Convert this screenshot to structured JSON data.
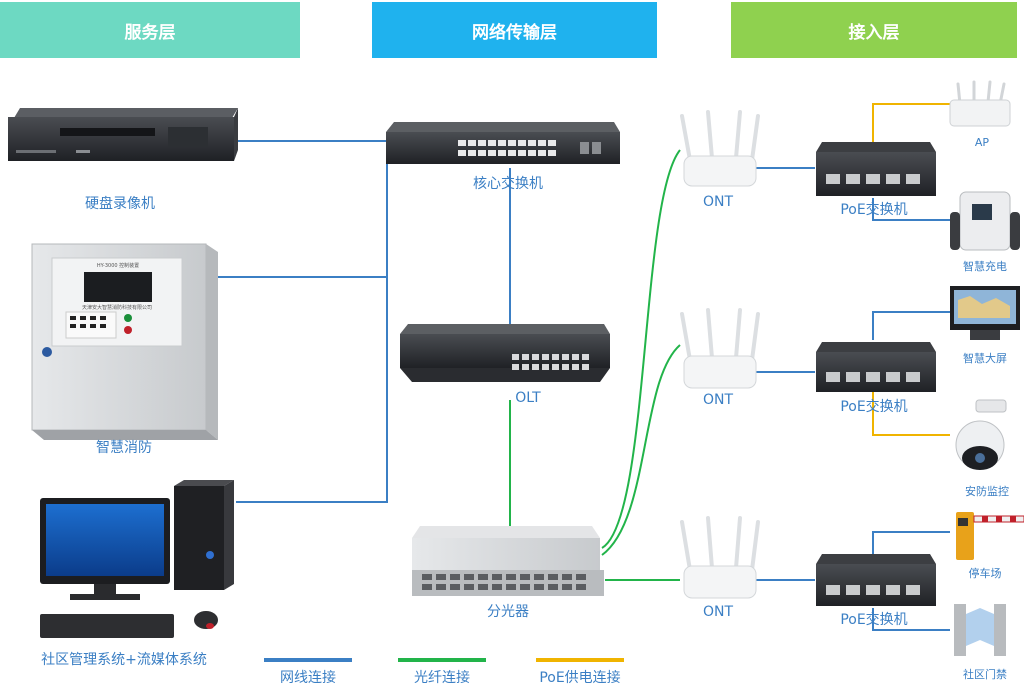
{
  "headers": {
    "service": "服务层",
    "network": "网络传输层",
    "access": "接入层"
  },
  "colors": {
    "service_header": "#6dd9c2",
    "network_header": "#1fb2ee",
    "access_header": "#8fd14f",
    "ethernet": "#3b7fc4",
    "fiber": "#22b44a",
    "poe": "#f0b400"
  },
  "devices": {
    "nvr": "硬盘录像机",
    "fire": "智慧消防",
    "pc": "社区管理系统+流媒体系统",
    "core_switch": "核心交换机",
    "olt": "OLT",
    "splitter": "分光器",
    "ont_1": "ONT",
    "ont_2": "ONT",
    "ont_3": "ONT",
    "poe_1": "PoE交换机",
    "poe_2": "PoE交换机",
    "poe_3": "PoE交换机"
  },
  "endpoints": {
    "ap": "AP",
    "charging": "智慧充电",
    "screen": "智慧大屏",
    "camera": "安防监控",
    "parking": "停车场",
    "gate": "社区门禁"
  },
  "fire_panel": {
    "title": "HY-3000 控制装置",
    "company": "天津安大智慧消防科技有限公司"
  },
  "legend": {
    "ethernet": "网线连接",
    "fiber": "光纤连接",
    "poe": "PoE供电连接"
  }
}
